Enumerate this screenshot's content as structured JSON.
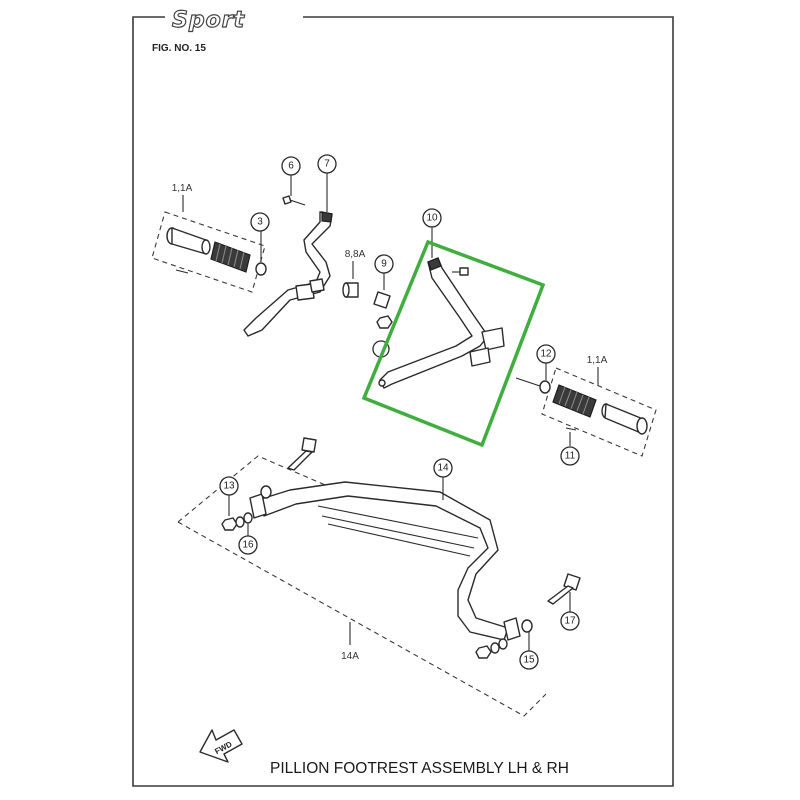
{
  "header": {
    "brand": "Sport",
    "figure_number": "FIG. NO. 15"
  },
  "title": "PILLION FOOTREST ASSEMBLY LH & RH",
  "direction_label": "FWD",
  "callouts": {
    "c6": "6",
    "c7": "7",
    "c3": "3",
    "c9": "9",
    "c10": "10",
    "c12": "12",
    "c11": "11",
    "c13": "13",
    "c14": "14",
    "c16": "16",
    "c15": "15",
    "c17": "17"
  },
  "labels": {
    "lh_set": "1,1A",
    "rh_set": "1,1A",
    "bush": "8,8A",
    "bracket_set": "14A"
  },
  "highlight_color": "#3fae3f"
}
